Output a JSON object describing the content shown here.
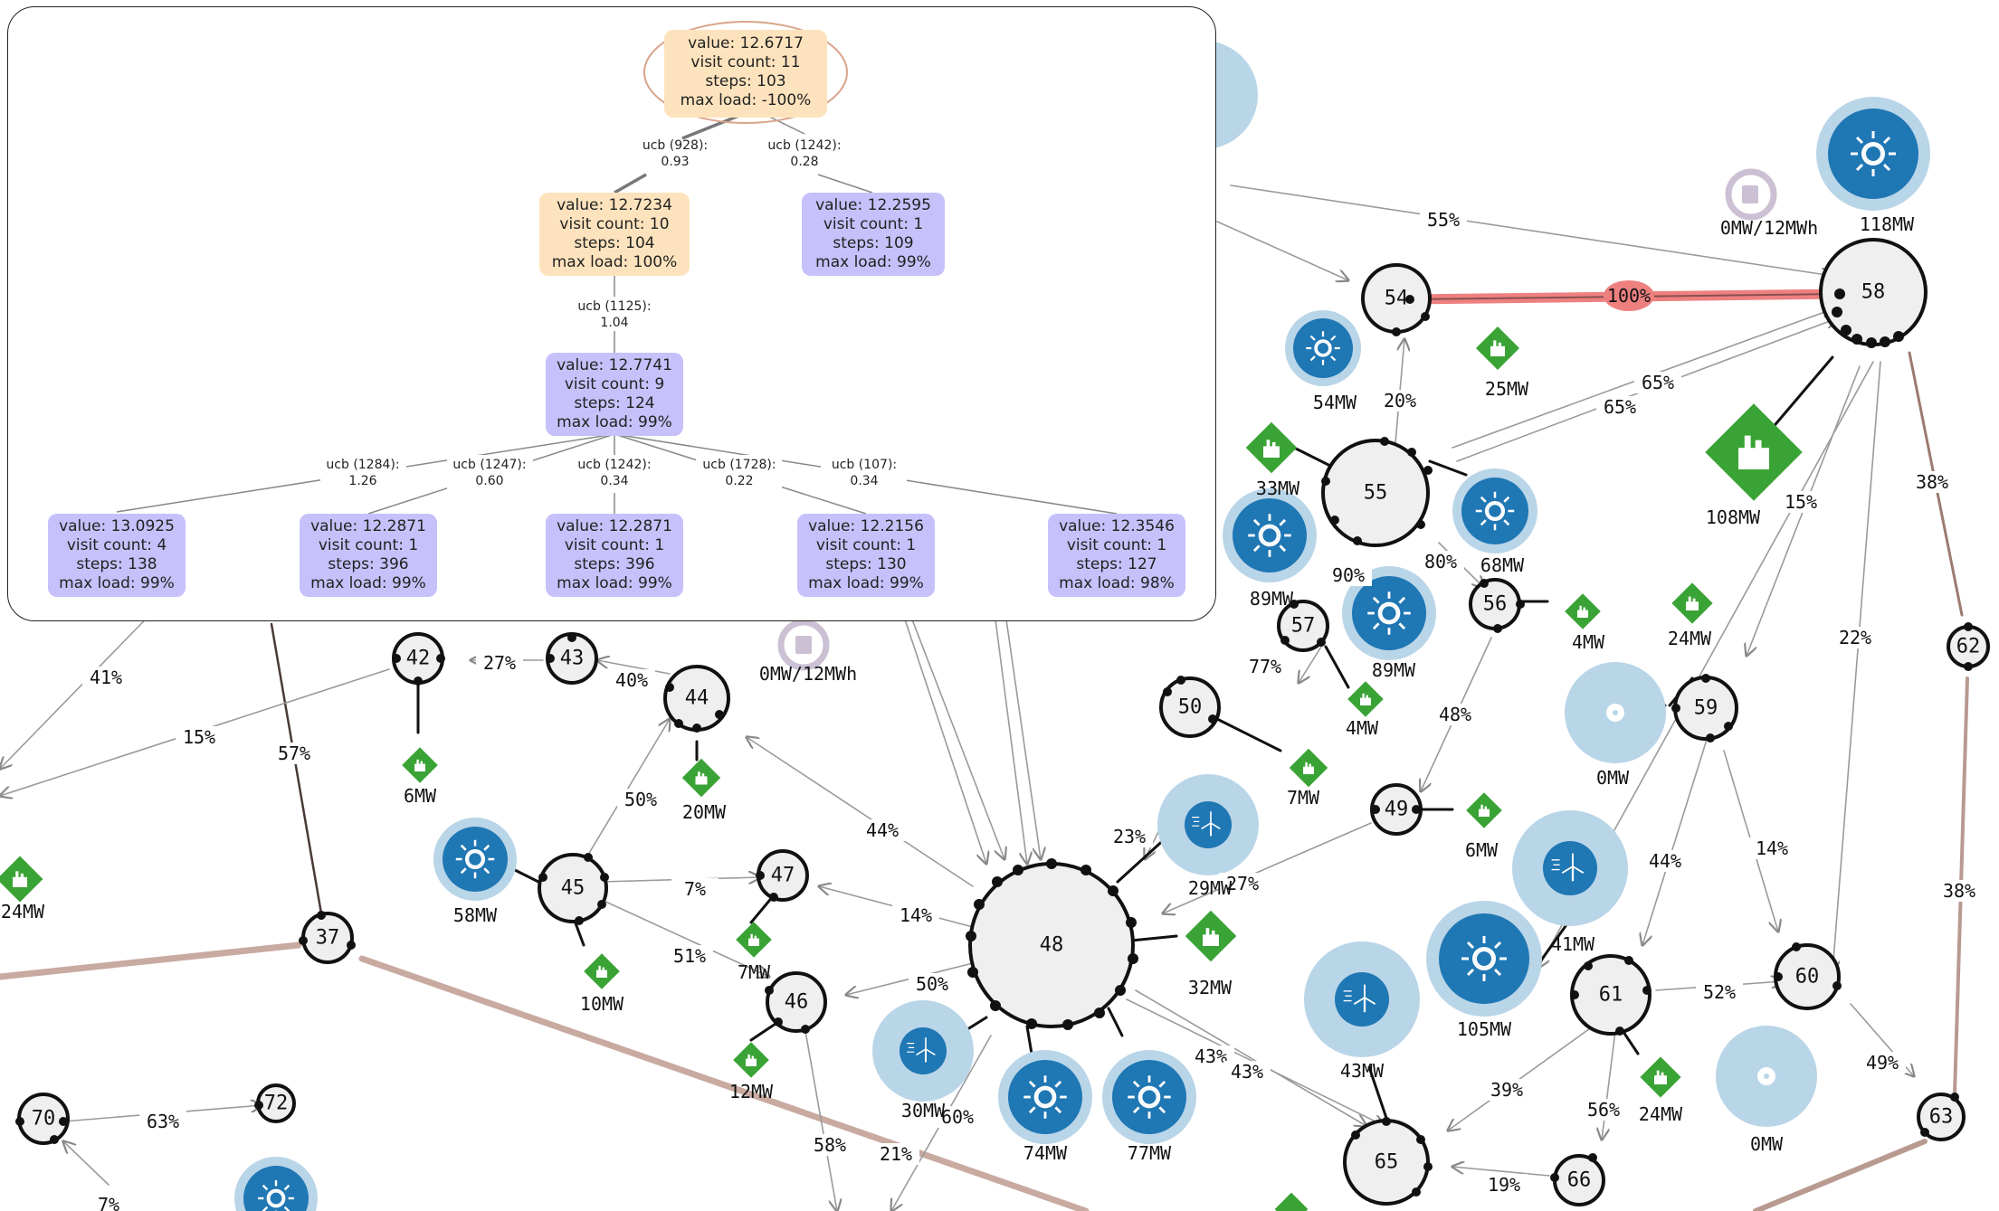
{
  "colors": {
    "node_fill": "#efefef",
    "solar_dark": "#1f77b4",
    "solar_light": "#b9d5e8",
    "load_green": "#3aa335",
    "overload_line": "#ee8080",
    "brown_line": "#b89a90",
    "tree_orange": "#fde3bd",
    "tree_purple": "#c6c1fa"
  },
  "grid": {
    "buses": [
      {
        "id": "b54",
        "label": "54"
      },
      {
        "id": "b58",
        "label": "58"
      },
      {
        "id": "b55",
        "label": "55"
      },
      {
        "id": "b56",
        "label": "56"
      },
      {
        "id": "b57",
        "label": "57"
      },
      {
        "id": "b50",
        "label": "50"
      },
      {
        "id": "b62",
        "label": "62"
      },
      {
        "id": "b59",
        "label": "59"
      },
      {
        "id": "b49",
        "label": "49"
      },
      {
        "id": "b60",
        "label": "60"
      },
      {
        "id": "b61",
        "label": "61"
      },
      {
        "id": "b63",
        "label": "63"
      },
      {
        "id": "b48",
        "label": "48"
      },
      {
        "id": "b42",
        "label": "42"
      },
      {
        "id": "b43",
        "label": "43"
      },
      {
        "id": "b44",
        "label": "44"
      },
      {
        "id": "b45",
        "label": "45"
      },
      {
        "id": "b47",
        "label": "47"
      },
      {
        "id": "b46",
        "label": "46"
      },
      {
        "id": "b37",
        "label": "37"
      },
      {
        "id": "b65",
        "label": "65"
      },
      {
        "id": "b66",
        "label": "66"
      },
      {
        "id": "b70",
        "label": "70"
      },
      {
        "id": "b72",
        "label": "72"
      }
    ],
    "edge_labels": [
      "55%",
      "100%",
      "65%",
      "65%",
      "20%",
      "38%",
      "15%",
      "80%",
      "90%",
      "77%",
      "48%",
      "22%",
      "41%",
      "15%",
      "57%",
      "27%",
      "40%",
      "50%",
      "44%",
      "23%",
      "27%",
      "7%",
      "14%",
      "51%",
      "50%",
      "43%",
      "43%",
      "44%",
      "14%",
      "52%",
      "49%",
      "38%",
      "39%",
      "56%",
      "19%",
      "60%",
      "58%",
      "21%",
      "63%",
      "7%"
    ],
    "generator_labels": [
      "118MW",
      "0MW/12MWh",
      "54MW",
      "25MW",
      "108MW",
      "33MW",
      "68MW",
      "89MW",
      "89MW",
      "4MW",
      "24MW",
      "4MW",
      "7MW",
      "0MW",
      "6MW",
      "41MW",
      "105MW",
      "43MW",
      "24MW",
      "0MW",
      "29MW",
      "32MW",
      "6MW",
      "20MW",
      "0MW/12MWh",
      "58MW",
      "10MW",
      "7MW",
      "12MW",
      "30MW",
      "74MW",
      "77MW",
      "24MW"
    ]
  },
  "tree": {
    "root": {
      "lines": [
        "value: 12.6717",
        "visit count: 11",
        "steps: 103",
        "max load: -100%"
      ]
    },
    "ucb_left": {
      "l1": "ucb (928):",
      "l2": "0.93"
    },
    "ucb_right": {
      "l1": "ucb (1242):",
      "l2": "0.28"
    },
    "n1": {
      "lines": [
        "value: 12.7234",
        "visit count: 10",
        "steps: 104",
        "max load: 100%"
      ]
    },
    "n2": {
      "lines": [
        "value: 12.2595",
        "visit count: 1",
        "steps: 109",
        "max load: 99%"
      ]
    },
    "ucb_mid": {
      "l1": "ucb (1125):",
      "l2": "1.04"
    },
    "n3": {
      "lines": [
        "value: 12.7741",
        "visit count: 9",
        "steps: 124",
        "max load: 99%"
      ]
    },
    "ucb_children": [
      {
        "l1": "ucb (1284):",
        "l2": "1.26"
      },
      {
        "l1": "ucb (1247):",
        "l2": "0.60"
      },
      {
        "l1": "ucb (1242):",
        "l2": "0.34"
      },
      {
        "l1": "ucb (1728):",
        "l2": "0.22"
      },
      {
        "l1": "ucb (107):",
        "l2": "0.34"
      }
    ],
    "leaves": [
      {
        "lines": [
          "value: 13.0925",
          "visit count: 4",
          "steps: 138",
          "max load: 99%"
        ]
      },
      {
        "lines": [
          "value: 12.2871",
          "visit count: 1",
          "steps: 396",
          "max load: 99%"
        ]
      },
      {
        "lines": [
          "value: 12.2871",
          "visit count: 1",
          "steps: 396",
          "max load: 99%"
        ]
      },
      {
        "lines": [
          "value: 12.2156",
          "visit count: 1",
          "steps: 130",
          "max load: 99%"
        ]
      },
      {
        "lines": [
          "value: 12.3546",
          "visit count: 1",
          "steps: 127",
          "max load: 98%"
        ]
      }
    ]
  }
}
